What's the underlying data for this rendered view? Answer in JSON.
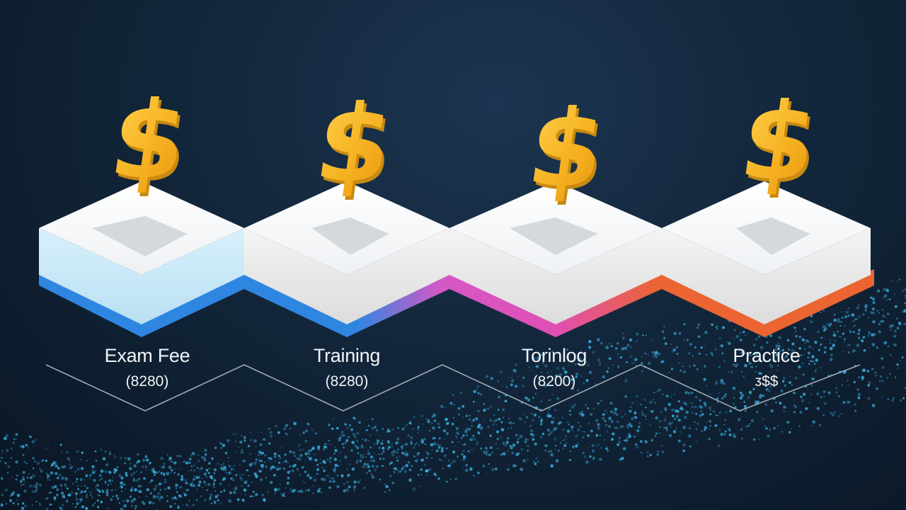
{
  "steps": [
    {
      "title": "Exam Fee",
      "amount": "(8280)",
      "icon": "dollar-sign-icon",
      "accent": "#2f86e0"
    },
    {
      "title": "Training",
      "amount": "(8280)",
      "icon": "dollar-sign-icon",
      "accent": "#2f86e0"
    },
    {
      "title": "Torinlog",
      "amount": "(8200)",
      "icon": "dollar-sign-icon",
      "accent": "#e04fb3"
    },
    {
      "title": "Practice",
      "amount": "ᴣ$$",
      "icon": "dollar-sign-icon",
      "accent": "#ec6432"
    }
  ],
  "colors": {
    "coin": "#f5b824",
    "coin_shadow": "#c98a10",
    "particles": "#39b4e6",
    "particles_warm": "#e06a6a"
  }
}
